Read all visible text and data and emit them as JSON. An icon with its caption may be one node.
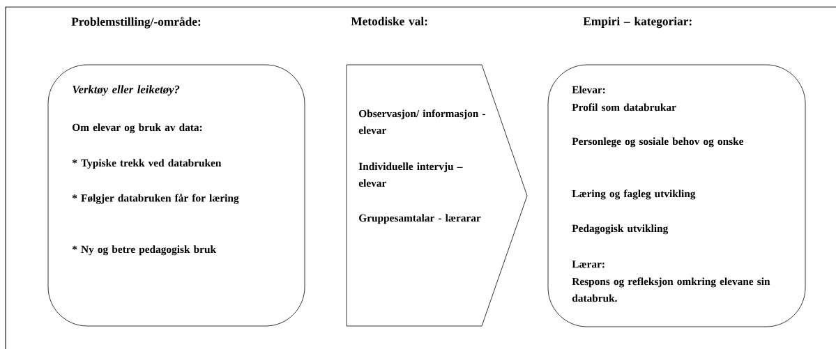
{
  "diagram": {
    "nodes": [
      {
        "text": [
          "Problemstilling/-område:",
          "Verktøy eller leiketøy?",
          "Om elevar og bruk av data:",
          "* Typiske trekk ved databruken",
          "* Følgjer databruken får for læring",
          "* Ny og betre pedagogisk bruk"
        ]
      },
      {
        "text": [
          "Metodiske val:",
          "Observasjon/ informasjon - elevar",
          "Individuelle intervju – elevar",
          "Gruppesamtalar - lærarar"
        ]
      },
      {
        "text": [
          "Empiri – kategoriar:",
          "Elevar:",
          "Profil som databrukar",
          "Personlege og sosiale behov og onske",
          "Læring og fagleg utvikling",
          "Pedagogisk utvikling",
          "Lærar:",
          "Respons og refleksjon omkring elevane sin databruk."
        ]
      }
    ]
  }
}
